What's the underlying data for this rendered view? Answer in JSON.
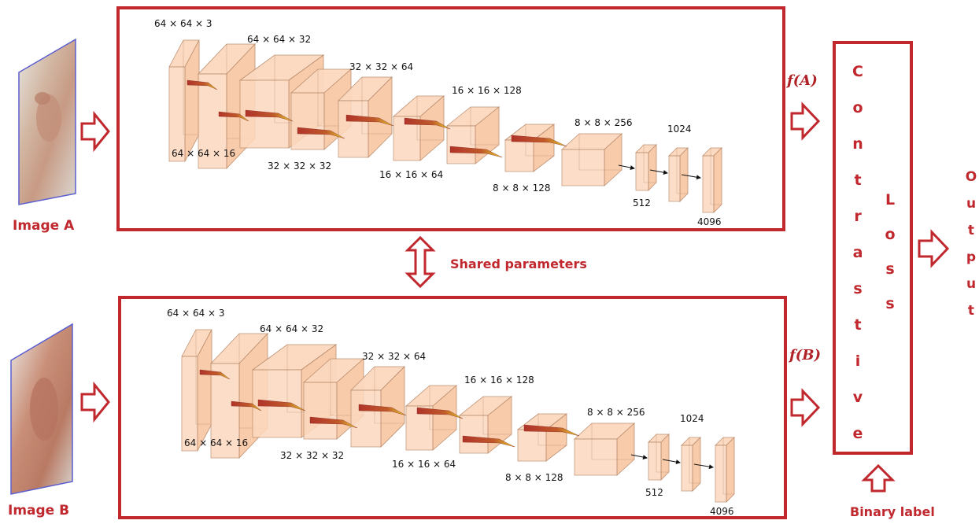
{
  "image_a_label": "Image A",
  "image_b_label": "Image B",
  "shared_label": "Shared parameters",
  "f_a": "f(A)",
  "f_b": "f(B)",
  "contrastive": [
    "C",
    "o",
    "n",
    "t",
    "r",
    "a",
    "s",
    "t",
    "i",
    "v",
    "e"
  ],
  "loss": [
    "L",
    "o",
    "s",
    "s"
  ],
  "output": [
    "O",
    "u",
    "t",
    "p",
    "u",
    "t"
  ],
  "binary_label": "Binary label",
  "network_top_dims": {
    "d0": "64 × 64 × 3",
    "d1": "64 × 64 × 16",
    "d2": "64 × 64 × 32",
    "d3": "32 × 32 × 32",
    "d4": "32 × 32 × 64",
    "d5": "16 × 16 × 64",
    "d6": "16 × 16 × 128",
    "d7": "8 × 8 × 128",
    "d8": "8 × 8 × 256",
    "d9": "512",
    "d10": "1024",
    "d11": "4096"
  },
  "network_bottom_dims": {
    "d0": "64 × 64 × 3",
    "d1": "64 × 64 × 16",
    "d2": "64 × 64 × 32",
    "d3": "32 × 32 × 32",
    "d4": "32 × 32 × 64",
    "d5": "16 × 16 × 64",
    "d6": "16 × 16 × 128",
    "d7": "8 × 8 × 128",
    "d8": "8 × 8 × 256",
    "d9": "512",
    "d10": "1024",
    "d11": "4096"
  },
  "colors": {
    "accent_red": "#c0282e",
    "block_fill": "#fcd9bf",
    "block_edge": "#b98a6a"
  }
}
